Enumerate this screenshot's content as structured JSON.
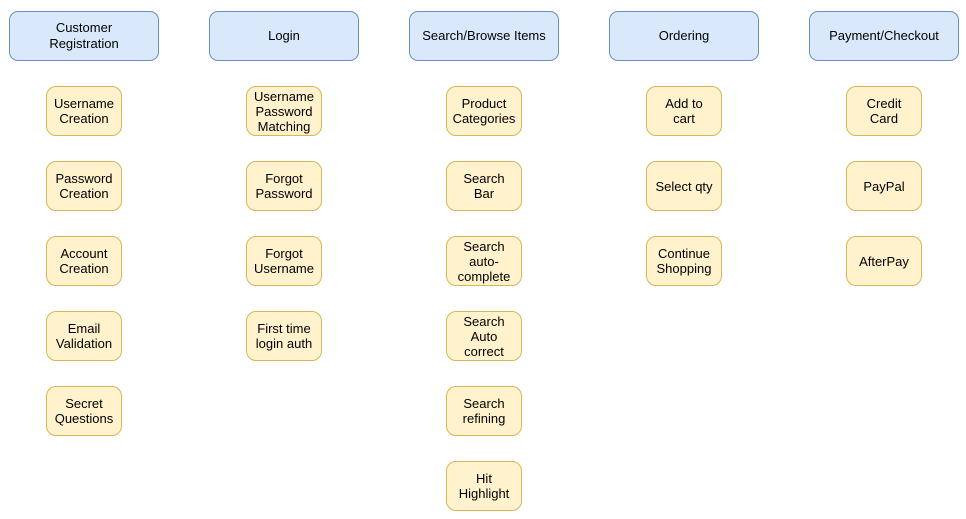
{
  "diagram": {
    "columns": [
      {
        "header": "Customer\nRegistration",
        "items": [
          "Username\nCreation",
          "Password\nCreation",
          "Account\nCreation",
          "Email\nValidation",
          "Secret\nQuestions"
        ]
      },
      {
        "header": "Login",
        "items": [
          "Username\nPassword\nMatching",
          "Forgot\nPassword",
          "Forgot\nUsername",
          "First time\nlogin auth"
        ]
      },
      {
        "header": "Search/Browse Items",
        "items": [
          "Product\nCategories",
          "Search\nBar",
          "Search\nauto-\ncomplete",
          "Search\nAuto\ncorrect",
          "Search\nrefining",
          "Hit\nHighlight"
        ]
      },
      {
        "header": "Ordering",
        "items": [
          "Add to\ncart",
          "Select qty",
          "Continue\nShopping"
        ]
      },
      {
        "header": "Payment/Checkout",
        "items": [
          "Credit\nCard",
          "PayPal",
          "AfterPay"
        ]
      }
    ],
    "colors": {
      "header_fill": "#dae8fc",
      "header_border": "#6c8ebf",
      "item_fill": "#fff2cc",
      "item_border": "#d6b656",
      "text": "#000000",
      "background": "#ffffff"
    }
  }
}
